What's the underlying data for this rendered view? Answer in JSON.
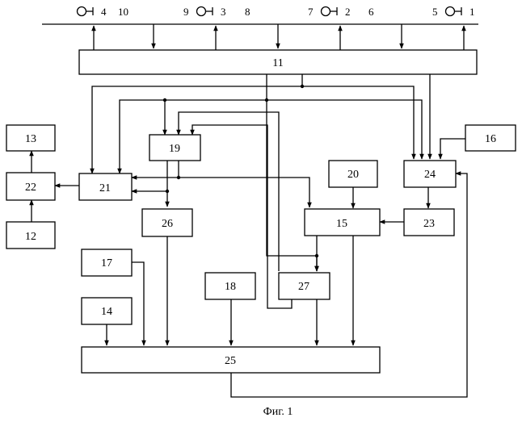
{
  "caption": "Фиг. 1",
  "blocks": {
    "b11": "11",
    "b12": "12",
    "b13": "13",
    "b14": "14",
    "b15": "15",
    "b16": "16",
    "b17": "17",
    "b18": "18",
    "b19": "19",
    "b20": "20",
    "b21": "21",
    "b22": "22",
    "b23": "23",
    "b24": "24",
    "b25": "25",
    "b26": "26",
    "b27": "27"
  },
  "bus_labels": {
    "n1": "1",
    "n2": "2",
    "n3": "3",
    "n4": "4",
    "n5": "5",
    "n6": "6",
    "n7": "7",
    "n8": "8",
    "n9": "9",
    "n10": "10"
  },
  "icons": [
    "antenna-icon"
  ]
}
